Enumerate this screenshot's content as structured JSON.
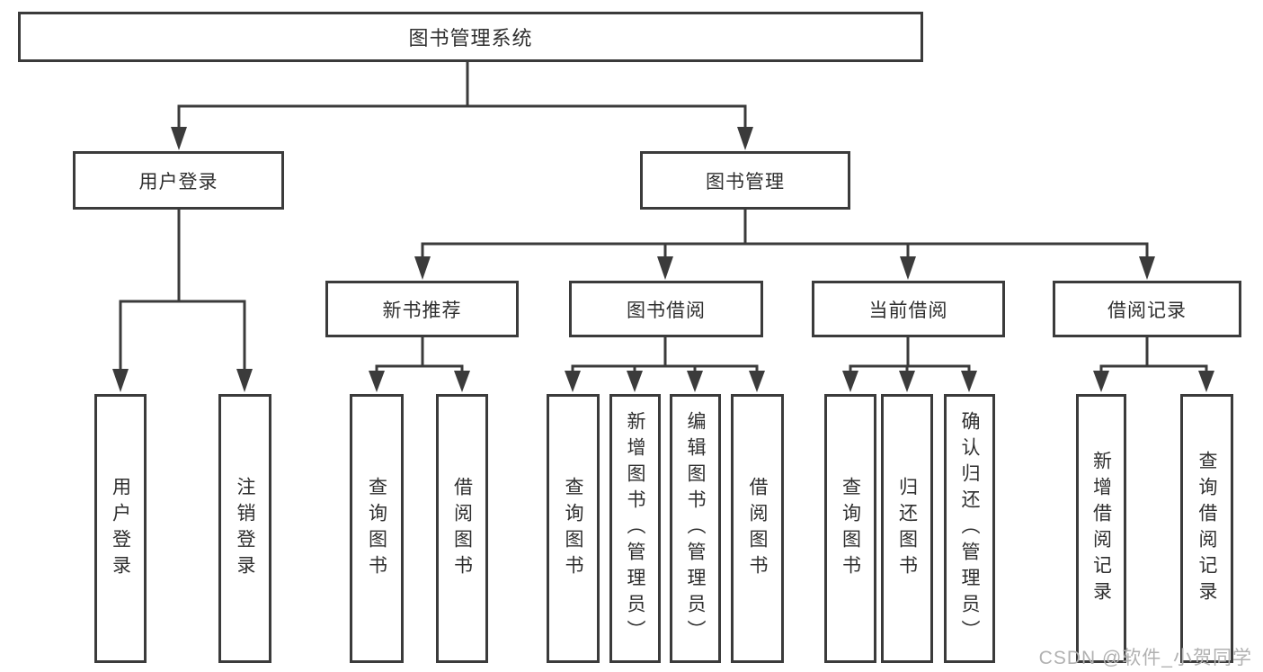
{
  "title": "图书管理系统",
  "level2": {
    "user_login": "用户登录",
    "book_mgmt": "图书管理"
  },
  "level3": {
    "new_book_rec": "新书推荐",
    "book_borrow": "图书借阅",
    "current_borrow": "当前借阅",
    "borrow_records": "借阅记录"
  },
  "leaves": {
    "user_login": [
      "用户登录",
      "注销登录"
    ],
    "new_book_rec": [
      "查询图书",
      "借阅图书"
    ],
    "book_borrow": [
      "查询图书",
      "新增图书（管理员）",
      "编辑图书（管理员）",
      "借阅图书"
    ],
    "current_borrow": [
      "查询图书",
      "归还图书",
      "确认归还（管理员）"
    ],
    "borrow_records": [
      "新增借阅记录",
      "查询借阅记录"
    ]
  },
  "watermark": "CSDN @软件_小贺同学",
  "colors": {
    "line": "#3b3b3b",
    "box_border": "#3b3b3b",
    "text": "#2f2f2f",
    "watermark": "#b1b1b1",
    "background": "#ffffff"
  }
}
